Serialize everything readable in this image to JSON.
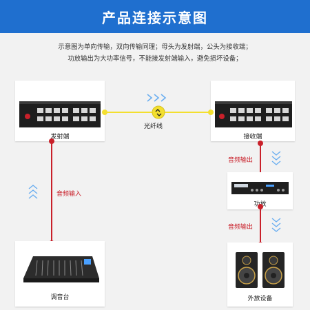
{
  "header": {
    "title": "产品连接示意图"
  },
  "description": {
    "line1": "示意图为单向传输，双向传输同理；母头为发射端，公头为接收端；",
    "line2": "功放输出为大功率信号，不能接发射端输入，避免损坏设备；"
  },
  "devices": {
    "transmitter": "发射端",
    "receiver": "接收端",
    "amplifier": "功放",
    "mixer": "调音台",
    "speakers": "外放设备"
  },
  "connections": {
    "fiber": "光纤线",
    "audio_input": "音频输入",
    "audio_output_1": "音频输出",
    "audio_output_2": "音频输出"
  },
  "colors": {
    "header": "#1f6fcf",
    "signal": "#c9202a",
    "fiber": "#f3df2f",
    "arrows": "#6aaef0"
  }
}
